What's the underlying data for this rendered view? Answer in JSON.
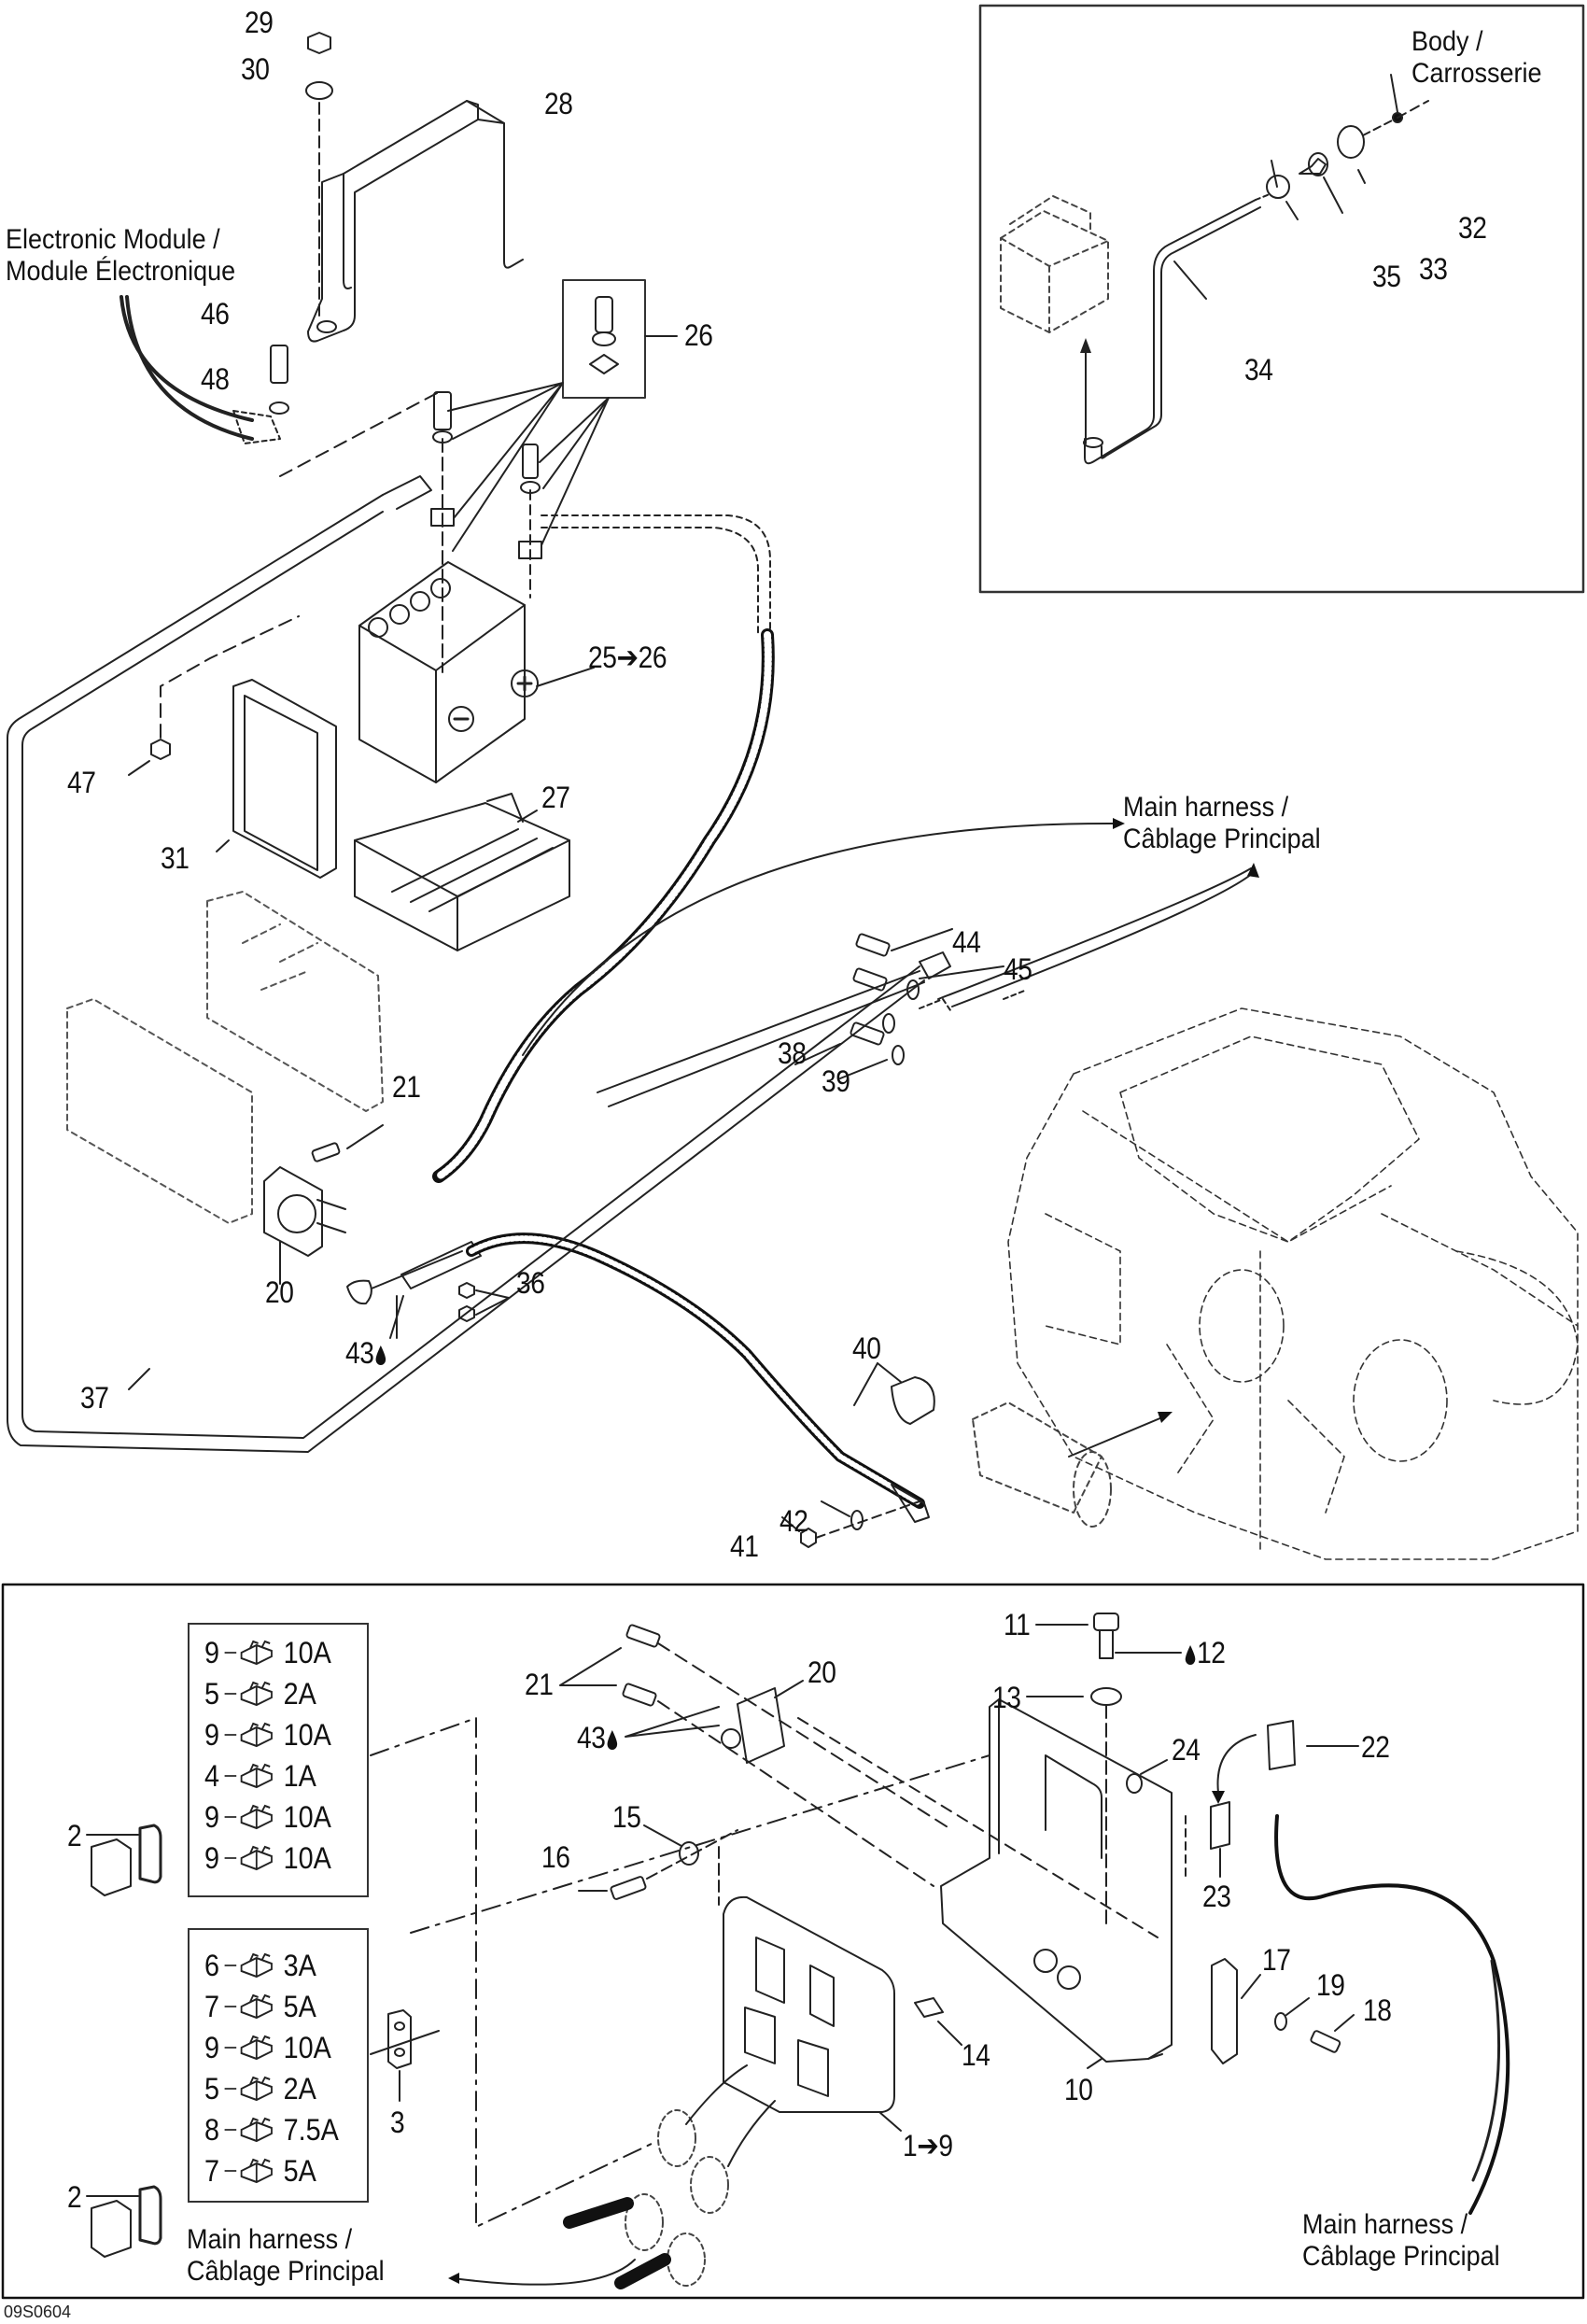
{
  "diagram": {
    "code": "09S0604",
    "notes": {
      "electronic_module": "Electronic Module /\nModule Électronique",
      "body": "Body /\nCarrosserie",
      "main_harness_top": "Main harness /\nCâblage Principal",
      "main_harness_bottom_left": "Main harness /\nCâblage Principal",
      "main_harness_bottom_right": "Main harness /\nCâblage Principal"
    },
    "callouts_top": {
      "c29": "29",
      "c30": "30",
      "c28": "28",
      "c46": "46",
      "c48": "48",
      "c26": "26",
      "c47": "47",
      "c31": "31",
      "c25_26": "25➔26",
      "c27": "27",
      "c44": "44",
      "c45": "45",
      "c38": "38",
      "c39": "39",
      "c21": "21",
      "c20": "20",
      "c36": "36",
      "c43": "43",
      "c37": "37",
      "c40": "40",
      "c42": "42",
      "c41": "41"
    },
    "callouts_inset": {
      "c32": "32",
      "c33": "33",
      "c35": "35",
      "c34": "34"
    },
    "callouts_bottom": {
      "c11": "11",
      "c12": "12",
      "c13": "13",
      "c21": "21",
      "c20": "20",
      "c43": "43",
      "c24": "24",
      "c22": "22",
      "c23": "23",
      "c15": "15",
      "c16": "16",
      "c17": "17",
      "c19": "19",
      "c18": "18",
      "c14": "14",
      "c10": "10",
      "c1_9": "1➔9",
      "c2a": "2",
      "c2b": "2",
      "c3": "3"
    },
    "fuse_box_1": [
      {
        "item": "9",
        "rating": "10A"
      },
      {
        "item": "5",
        "rating": "2A"
      },
      {
        "item": "9",
        "rating": "10A"
      },
      {
        "item": "4",
        "rating": "1A"
      },
      {
        "item": "9",
        "rating": "10A"
      },
      {
        "item": "9",
        "rating": "10A"
      }
    ],
    "fuse_box_2": [
      {
        "item": "6",
        "rating": "3A"
      },
      {
        "item": "7",
        "rating": "5A"
      },
      {
        "item": "9",
        "rating": "10A"
      },
      {
        "item": "5",
        "rating": "2A"
      },
      {
        "item": "8",
        "rating": "7.5A"
      },
      {
        "item": "7",
        "rating": "5A"
      }
    ],
    "symbols": {
      "loctite_drop": "thread-locker-drop-icon",
      "fuse": "blade-fuse-icon"
    },
    "colors": {
      "ink": "#111111",
      "paper": "#ffffff"
    }
  }
}
